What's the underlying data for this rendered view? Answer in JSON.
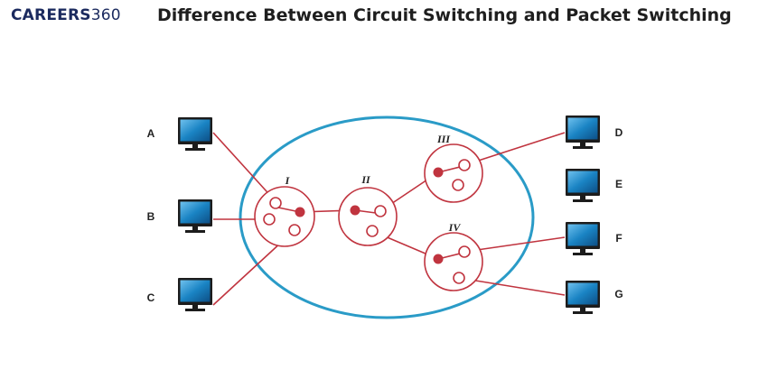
{
  "header": {
    "brand_bold": "CAREERS",
    "brand_light": "360",
    "title": "Difference Between Circuit Switching and Packet Switching"
  },
  "diagram": {
    "computers": {
      "left": [
        "A",
        "B",
        "C"
      ],
      "right": [
        "D",
        "E",
        "F",
        "G"
      ]
    },
    "switches": [
      "I",
      "II",
      "III",
      "IV"
    ]
  },
  "colors": {
    "link": "#c0343f",
    "network_ring": "#2a9bc7",
    "monitor_screen": "#1a84c4",
    "monitor_body": "#1c1c1c",
    "brand": "#1b2a5e"
  }
}
